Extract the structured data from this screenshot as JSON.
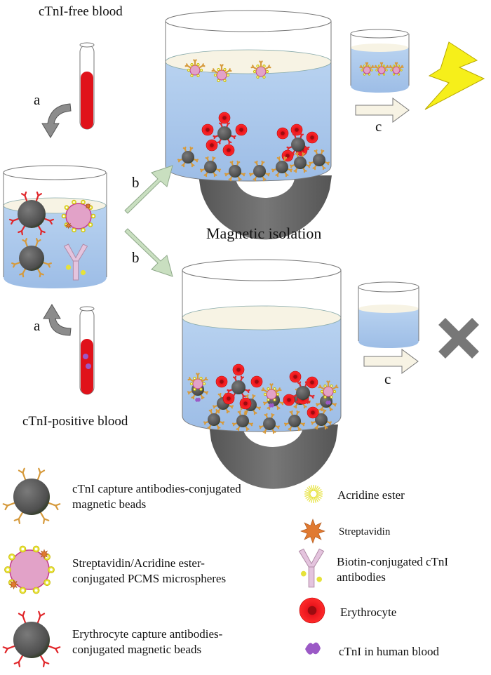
{
  "top_blood_label": "cTnI-free blood",
  "bottom_blood_label": "cTnI-positive blood",
  "isolation_label": "Magnetic isolation",
  "step_a": "a",
  "step_b": "b",
  "step_c": "c",
  "legend": {
    "capture_beads": [
      "cTnI capture antibodies-conjugated",
      "magnetic beads"
    ],
    "pcms": [
      "Streptavidin/Acridine ester-",
      "conjugated PCMS microspheres"
    ],
    "ery_beads": [
      "Erythrocyte capture antibodies-",
      "conjugated magnetic beads"
    ],
    "acridine": "Acridine ester",
    "streptavidin": "Streptavidin",
    "biotin_ab": [
      "Biotin-conjugated cTnI",
      "antibodies"
    ],
    "erythrocyte": "Erythrocyte",
    "ctni": "cTnI in human blood"
  },
  "colors": {
    "liquid": "#a9c6ea",
    "bead": "#5a5a5a",
    "magnet": "#6b6b6b",
    "capture_ab": "#d69a3c",
    "ery_ab": "#e0262a",
    "erythrocyte": "#e8141c",
    "pcms": "#e2a2c8",
    "acridine": "#e6e23a",
    "streptavidin": "#e07a32",
    "ctni": "#9b59c6",
    "arrow_green": "#c9dfc0",
    "lightning": "#f6ef1a",
    "cross": "#777777"
  }
}
